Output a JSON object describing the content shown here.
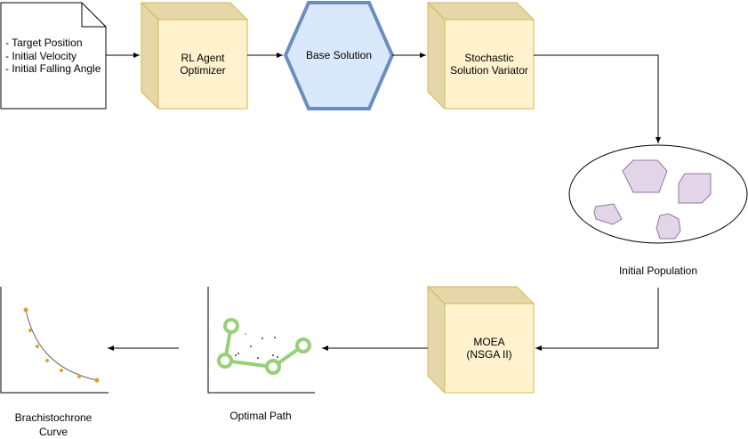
{
  "document_note": {
    "lines": [
      "- Target Position",
      "- Initial Velocity",
      "- Initial Falling Angle"
    ]
  },
  "nodes": {
    "rl_agent": "RL Agent\nOptimizer",
    "base_solution": "Base Solution",
    "stochastic": "Stochastic\nSolution Variator",
    "initial_population": "Initial Population",
    "moea": "MOEA\n(NSGA II)",
    "optimal_path": "Optimal Path",
    "brachistochrone": "Brachistochrone\nCurve"
  },
  "colors": {
    "cube_face": "#fff2cc",
    "cube_side": "#e6d7a8",
    "cube_stroke": "#d6b656",
    "hex_fill": "#dae8fc",
    "hex_stroke": "#6c8ebf",
    "blob_fill": "#e1d5e7",
    "blob_stroke": "#9673a6",
    "path_green": "#97d077",
    "curve_dots": "#e0a030"
  }
}
